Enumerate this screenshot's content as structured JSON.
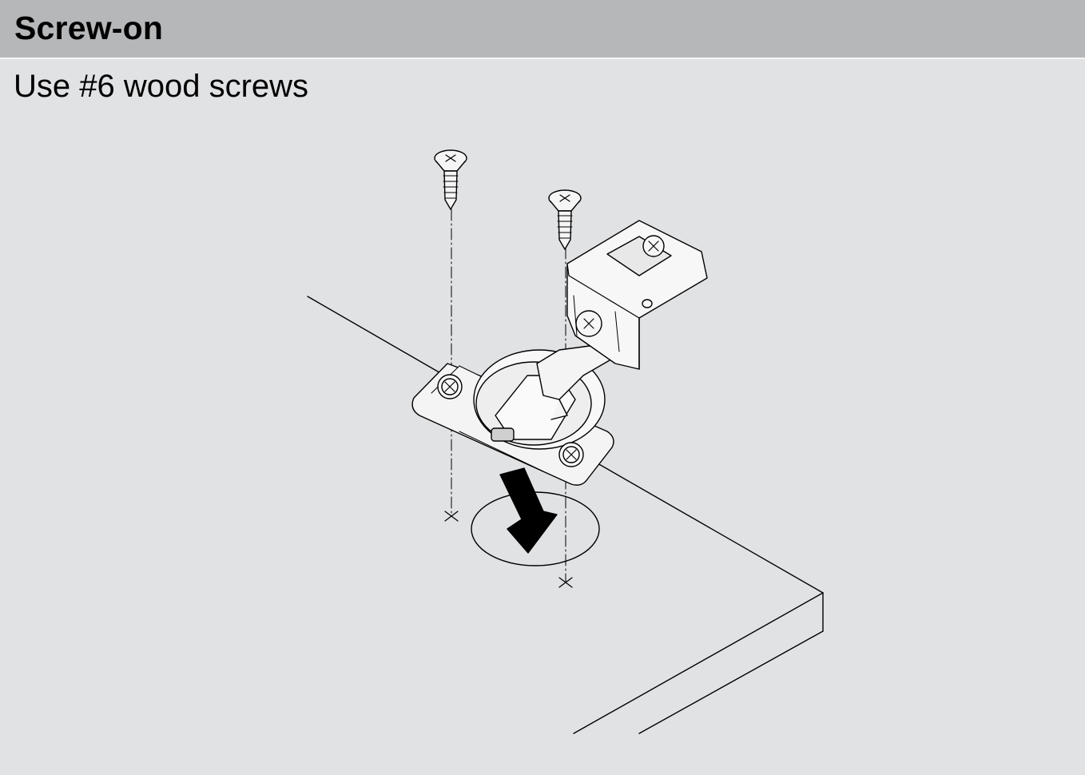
{
  "header": {
    "title": "Screw-on"
  },
  "instruction": {
    "text": "Use #6 wood screws"
  },
  "illustration": {
    "subject": "hinge-mounting",
    "colors": {
      "header_bg": "#b6b7b9",
      "page_bg": "#e1e2e4",
      "line": "#000000",
      "part_fill": "#f2f2f2"
    }
  }
}
